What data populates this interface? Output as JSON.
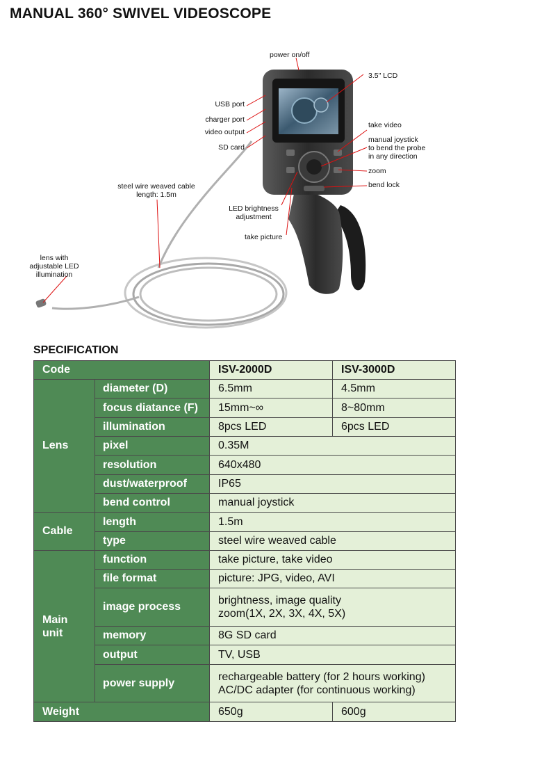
{
  "page": {
    "title": "MANUAL 360° SWIVEL VIDEOSCOPE",
    "spec_heading": "SPECIFICATION"
  },
  "callouts": {
    "power": "power on/off",
    "lcd": "3.5\" LCD",
    "usb": "USB port",
    "charger": "charger port",
    "video_output": "video output",
    "sd_card": "SD card",
    "take_video": "take video",
    "joystick": [
      "manual joystick",
      "to bend the probe",
      "in any direction"
    ],
    "zoom": "zoom",
    "bend_lock": "bend lock",
    "cable": [
      "steel wire weaved cable",
      "length: 1.5m"
    ],
    "led_brightness": [
      "LED brightness",
      "adjustment"
    ],
    "take_picture": "take picture",
    "lens": [
      "lens with",
      "adjustable LED",
      "illumination"
    ]
  },
  "table": {
    "header": {
      "code": "Code",
      "m1": "ISV-2000D",
      "m2": "ISV-3000D"
    },
    "groups": {
      "lens": "Lens",
      "cable": "Cable",
      "main_unit": [
        "Main",
        "unit"
      ],
      "weight": "Weight"
    },
    "rows": {
      "diameter": {
        "label": "diameter (D)",
        "v1": "6.5mm",
        "v2": "4.5mm"
      },
      "focus": {
        "label": "focus diatance (F)",
        "v1": "15mm~∞",
        "v2": "8~80mm"
      },
      "illumination": {
        "label": "illumination",
        "v1": "8pcs LED",
        "v2": "6pcs LED"
      },
      "pixel": {
        "label": "pixel",
        "v": "0.35M"
      },
      "resolution": {
        "label": "resolution",
        "v": "640x480"
      },
      "dust": {
        "label": "dust/waterproof",
        "v": "IP65"
      },
      "bend": {
        "label": "bend control",
        "v": "manual joystick"
      },
      "length": {
        "label": "length",
        "v": "1.5m"
      },
      "type": {
        "label": "type",
        "v": "steel wire weaved cable"
      },
      "function": {
        "label": "function",
        "v": "take picture, take video"
      },
      "file_format": {
        "label": "file format",
        "v": "picture: JPG, video, AVI"
      },
      "image_process": {
        "label": "image process",
        "v": [
          "brightness, image quality",
          "zoom(1X, 2X, 3X, 4X, 5X)"
        ]
      },
      "memory": {
        "label": "memory",
        "v": "8G SD card"
      },
      "output": {
        "label": "output",
        "v": "TV, USB"
      },
      "power": {
        "label": "power supply",
        "v": [
          "rechargeable battery (for 2 hours working)",
          "AC/DC adapter (for continuous working)"
        ]
      },
      "weight": {
        "v1": "650g",
        "v2": "600g"
      }
    }
  }
}
